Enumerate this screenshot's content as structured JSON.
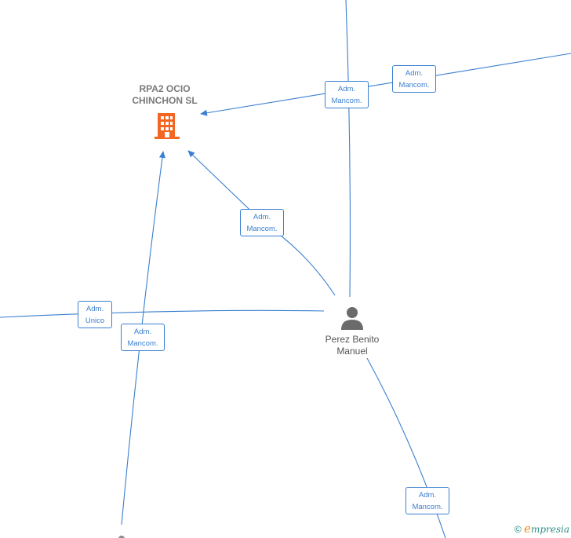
{
  "company": {
    "name": "RPA2 OCIO\nCHINCHON  SL",
    "icon": "building-icon",
    "color": "#f26522"
  },
  "person": {
    "name": "Perez Benito\nManuel",
    "icon": "person-icon",
    "color": "#6b6b6b"
  },
  "edge_color": "#3a7fd0",
  "labels": [
    {
      "line1": "Adm.",
      "line2": "Mancom."
    },
    {
      "line1": "Adm.",
      "line2": "Mancom."
    },
    {
      "line1": "Adm.",
      "line2": "Mancom."
    },
    {
      "line1": "Adm.",
      "line2": "Unico"
    },
    {
      "line1": "Adm.",
      "line2": "Mancom."
    },
    {
      "line1": "Adm.",
      "line2": "Mancom."
    }
  ],
  "footer": {
    "copyright": "©",
    "brand_initial": "e",
    "brand_rest": "mpresia"
  }
}
